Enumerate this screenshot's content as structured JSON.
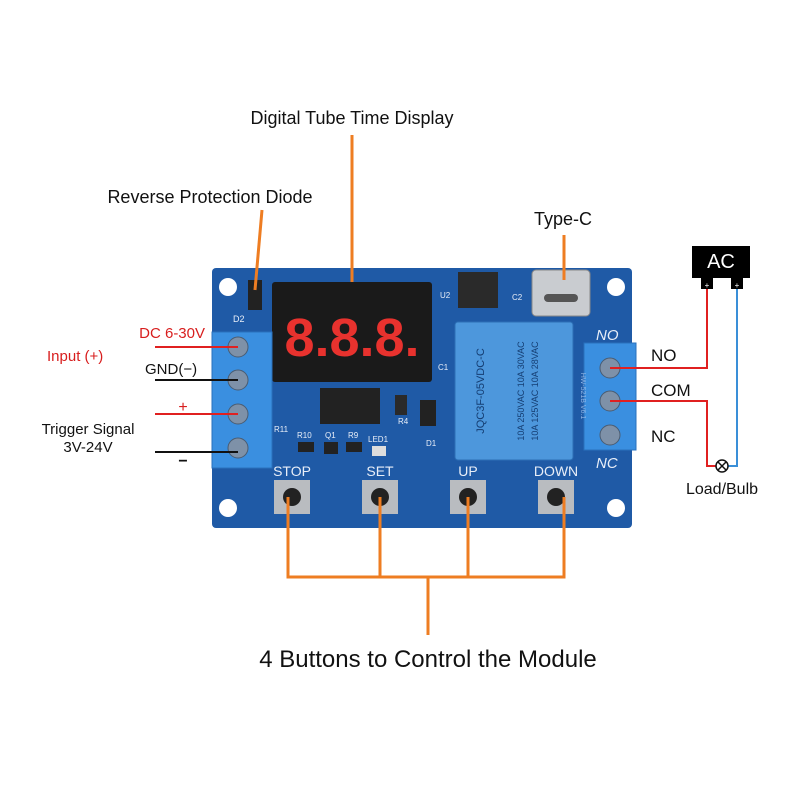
{
  "labels": {
    "display": "Digital Tube Time Display",
    "diode": "Reverse Protection Diode",
    "typec": "Type-C",
    "dc": "DC 6-30V",
    "input": "Input (+)",
    "gnd": "GND(−)",
    "trigger_plus": "+",
    "trigger": "Trigger Signal",
    "trigger_range": "3V-24V",
    "trigger_minus": "−",
    "no": "NO",
    "com": "COM",
    "nc": "NC",
    "ac": "AC",
    "ac_plus_left": "+",
    "ac_plus_right": "+",
    "load": "Load/Bulb",
    "buttons_caption": "4 Buttons to Control the Module"
  },
  "board": {
    "buttons": [
      "STOP",
      "SET",
      "UP",
      "DOWN"
    ],
    "silk": {
      "d2": "D2",
      "u2": "U2",
      "c2": "C2",
      "c1": "C1",
      "r11": "R11",
      "r4": "R4",
      "d1": "D1",
      "r10": "R10",
      "q1": "Q1",
      "r9": "R9",
      "led1": "LED1",
      "no": "NO",
      "nc": "NC",
      "version": "HW-521B V6.1"
    },
    "display_digits": "8.8.8.",
    "relay": {
      "model": "JQC3F-05VDC-C",
      "line1": "10A 250VAC 10A 30VAC",
      "line2": "10A 125VAC 10A 28VAC"
    }
  },
  "colors": {
    "board": "#1f5aa6",
    "terminal": "#3a8fe0",
    "callout": "#ee7d22",
    "wire_red": "#e02020",
    "wire_blue": "#3a8fd8",
    "label_red": "#d81e1e"
  }
}
